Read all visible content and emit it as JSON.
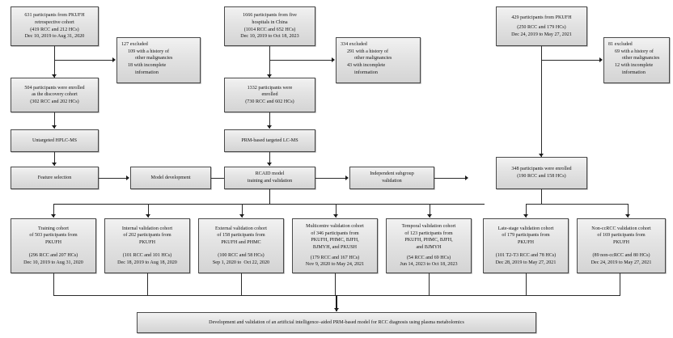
{
  "figure": {
    "title": "Study flow diagram",
    "type": "flowchart",
    "background_color": "#ffffff",
    "box_border_color": "#4a4a4a",
    "box_fill_top": "#f2f2f2",
    "box_fill_bottom": "#d4d4d4",
    "connector_color": "#2b2b2b"
  },
  "boxes": {
    "discovery_source": {
      "l1": "631 participants from PKUFH",
      "l2": "retrospective cohort",
      "l3": "(419 RCC and 212 HCs)",
      "l4": "Dec 10, 2019 to Aug 31, 2020"
    },
    "discovery_excluded": {
      "l1": "127 excluded",
      "l2": "109 with a history of",
      "l3": "other malignancies",
      "l4": "18 with incomplete",
      "l5": "information"
    },
    "discovery_enrolled": {
      "l1": "504 participants were enrolled",
      "l2": "as the discovery cohort",
      "l3": "(302 RCC and 202 HCs)"
    },
    "untargeted": {
      "l1": "Untargeted HPLC-MS"
    },
    "feature_selection": {
      "l1": "Feature selection"
    },
    "model_development": {
      "l1": "Model development"
    },
    "validation_source": {
      "l1": "1666 participants from five",
      "l2": "hospitals in China",
      "l3": "(1014 RCC and 652 HCs)",
      "l4": "Dec 10, 2019 to Oct 18, 2023"
    },
    "validation_excluded": {
      "l1": "334 excluded",
      "l2": "291 with a history of",
      "l3": "other malignancies",
      "l4": "43 with incomplete",
      "l5": "information"
    },
    "validation_enrolled": {
      "l1": "1332 participants were",
      "l2": "enrolled",
      "l3": "(730 RCC and 602 HCs)"
    },
    "prm_targeted": {
      "l1": "PRM-based targeted LC-MS"
    },
    "rcaid_model": {
      "l1": "RCAID model",
      "l2": "training and validation"
    },
    "independent_subgroup": {
      "l1": "Independent subgroup",
      "l2": "validation"
    },
    "subgroup_source": {
      "l1": "429 participants from PKUFH",
      "l2": "",
      "l3": "(250 RCC and 179 HCs)",
      "l4": "Dec 24, 2019 to May 27, 2021"
    },
    "subgroup_excluded": {
      "l1": "81 excluded",
      "l2": "69 with a history of",
      "l3": "other malignancies",
      "l4": "12 with incomplete",
      "l5": "information"
    },
    "subgroup_enrolled": {
      "l1": "348 participants were enrolled",
      "l2": "(190 RCC and 158 HCs)"
    },
    "conclusion": {
      "l1": "Development and validation of an artificial intelligence–aided PRM-based model for RCC diagnosis using plasma metabolomics"
    }
  },
  "cohorts": [
    {
      "id": "training-cohort",
      "l1": "Training cohort",
      "l2": "of 503 participants from",
      "l3": "PKUFH",
      "l4": "",
      "l5": "",
      "l6": "(296 RCC and 207 HCs)",
      "l7": "Dec 10, 2019 to Aug 31, 2020"
    },
    {
      "id": "internal-validation-cohort",
      "l1": "Internal validation cohort",
      "l2": "of 202 participants from",
      "l3": "PKUFH",
      "l4": "",
      "l5": "",
      "l6": "(101 RCC and 101 HCs)",
      "l7": "Dec 18, 2019 to Aug 18, 2020"
    },
    {
      "id": "external-validation-cohort",
      "l1": "External validation cohort",
      "l2": "of 158 participants from",
      "l3": "PKUFH and PHMC",
      "l4": "",
      "l5": "",
      "l6": "(100 RCC and 58 HCs)",
      "l7": "Sep 1, 2020 to  Oct 22, 2020"
    },
    {
      "id": "multicentre-validation-cohort",
      "l1": "Multicentre validation cohort",
      "l2": "of 346 participants from",
      "l3": "PKUFH, PHMC, BJFH,",
      "l4": "BJMYH, and PKUSH",
      "l5": "",
      "l6": "(179 RCC and 167 HCs)",
      "l7": "Nov 9, 2020 to May 24, 2021"
    },
    {
      "id": "temporal-validation-cohort",
      "l1": "Temporal validation cohort",
      "l2": "of 123 participants from",
      "l3": "PKUFH, PHMC, BJFH,",
      "l4": "and BJMYH",
      "l5": "",
      "l6": "(54 RCC and 69 HCs)",
      "l7": "Jun 14, 2023 to Oct 18, 2023"
    },
    {
      "id": "late-stage-validation-cohort",
      "l1": "Late-stage validation cohort",
      "l2": "of 179 participants from",
      "l3": "PKUFH",
      "l4": "",
      "l5": "",
      "l6": "(101 T2-T3 RCC and 78 HCs)",
      "l7": "Dec 28, 2019 to May 27, 2021"
    },
    {
      "id": "non-ccrcc-validation-cohort",
      "l1": "Non-ccRCC validation cohort",
      "l2": "of 169 participants from",
      "l3": "PKUFH",
      "l4": "",
      "l5": "",
      "l6": "(89 non-ccRCC and 80 HCs)",
      "l7": "Dec 24, 2019 to May 27, 2021"
    }
  ]
}
